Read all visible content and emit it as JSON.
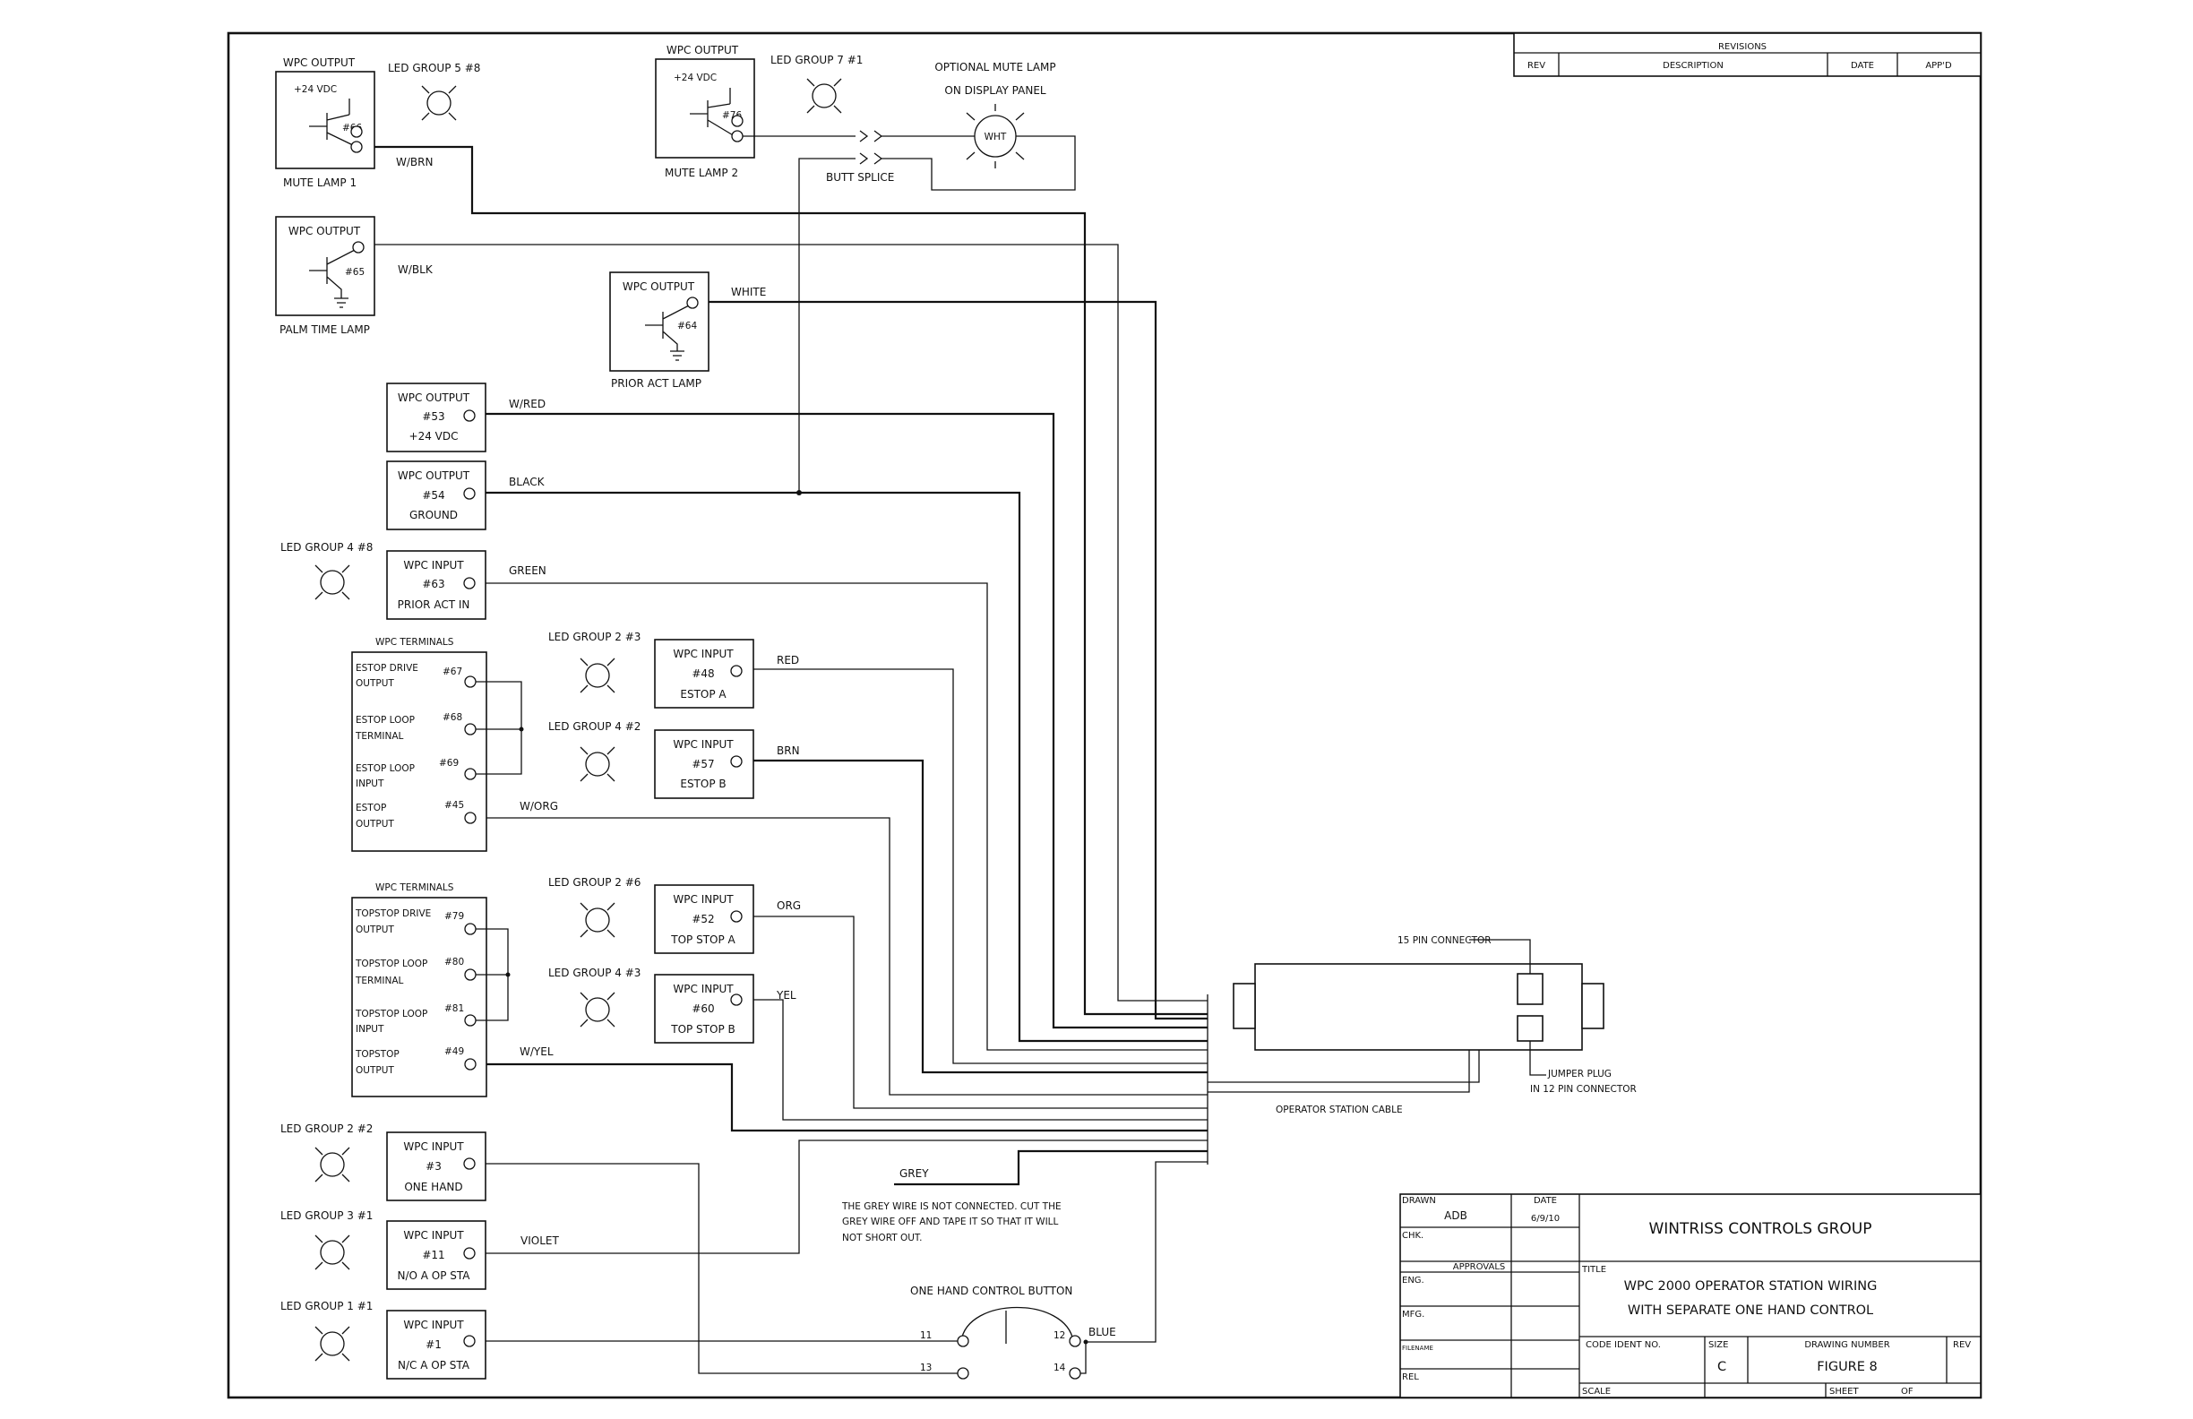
{
  "revisions": {
    "title": "REVISIONS",
    "headers": [
      "REV",
      "DESCRIPTION",
      "DATE",
      "APP'D"
    ]
  },
  "devices": {
    "mute_lamp_1": {
      "header": "WPC OUTPUT",
      "voltage": "+24 VDC",
      "number": "#66",
      "caption": "MUTE LAMP 1",
      "wire": "W/BRN"
    },
    "led_group_5": "LED GROUP 5 #8",
    "palm_time_lamp": {
      "header": "WPC OUTPUT",
      "number": "#65",
      "caption": "PALM TIME LAMP",
      "wire": "W/BLK"
    },
    "mute_lamp_2": {
      "header": "WPC OUTPUT",
      "voltage": "+24 VDC",
      "number": "#76",
      "caption": "MUTE LAMP 2"
    },
    "led_group_7": "LED GROUP 7 #1",
    "optional_mute_lamp": {
      "line1": "OPTIONAL MUTE LAMP",
      "line2": "ON DISPLAY PANEL",
      "lamp": "WHT"
    },
    "butt_splice": "BUTT SPLICE",
    "prior_act_lamp": {
      "header": "WPC OUTPUT",
      "number": "#64",
      "caption": "PRIOR ACT LAMP",
      "wire": "WHITE"
    },
    "out_53": {
      "header": "WPC OUTPUT",
      "number": "#53",
      "caption": "+24 VDC",
      "wire": "W/RED"
    },
    "out_54": {
      "header": "WPC OUTPUT",
      "number": "#54",
      "caption": "GROUND",
      "wire": "BLACK"
    },
    "in_63": {
      "header": "WPC INPUT",
      "number": "#63",
      "caption": "PRIOR ACT IN",
      "wire": "GREEN",
      "led": "LED GROUP 4 #8"
    },
    "estop_terminals": {
      "title": "WPC TERMINALS",
      "rows": [
        {
          "line1": "ESTOP DRIVE",
          "line2": "OUTPUT",
          "number": "#67"
        },
        {
          "line1": "ESTOP LOOP",
          "line2": "TERMINAL",
          "number": "#68"
        },
        {
          "line1": "ESTOP LOOP",
          "line2": "INPUT",
          "number": "#69"
        },
        {
          "line1": "ESTOP",
          "line2": "OUTPUT",
          "number": "#45"
        }
      ],
      "wire": "W/ORG"
    },
    "in_48": {
      "header": "WPC INPUT",
      "number": "#48",
      "caption": "ESTOP A",
      "wire": "RED",
      "led": "LED GROUP 2 #3"
    },
    "in_57": {
      "header": "WPC INPUT",
      "number": "#57",
      "caption": "ESTOP B",
      "wire": "BRN",
      "led": "LED GROUP 4 #2"
    },
    "topstop_terminals": {
      "title": "WPC TERMINALS",
      "rows": [
        {
          "line1": "TOPSTOP DRIVE",
          "line2": "OUTPUT",
          "number": "#79"
        },
        {
          "line1": "TOPSTOP LOOP",
          "line2": "TERMINAL",
          "number": "#80"
        },
        {
          "line1": "TOPSTOP LOOP",
          "line2": "INPUT",
          "number": "#81"
        },
        {
          "line1": "TOPSTOP",
          "line2": "OUTPUT",
          "number": "#49"
        }
      ],
      "wire": "W/YEL"
    },
    "in_52": {
      "header": "WPC INPUT",
      "number": "#52",
      "caption": "TOP STOP A",
      "wire": "ORG",
      "led": "LED GROUP 2 #6"
    },
    "in_60": {
      "header": "WPC INPUT",
      "number": "#60",
      "caption": "TOP STOP B",
      "wire": "YEL",
      "led": "LED GROUP 4 #3"
    },
    "in_3": {
      "header": "WPC INPUT",
      "number": "#3",
      "caption": "ONE HAND",
      "led": "LED GROUP 2 #2"
    },
    "in_11": {
      "header": "WPC INPUT",
      "number": "#11",
      "caption": "N/O A OP STA",
      "wire": "VIOLET",
      "led": "LED GROUP 3 #1"
    },
    "in_1": {
      "header": "WPC INPUT",
      "number": "#1",
      "caption": "N/C A OP STA",
      "led": "LED GROUP 1 #1"
    }
  },
  "connector": {
    "label": "15 PIN CONNECTOR",
    "jumper_line1": "JUMPER PLUG",
    "jumper_line2": "IN 12 PIN CONNECTOR",
    "cable": "OPERATOR STATION CABLE"
  },
  "grey_note": {
    "wire": "GREY",
    "lines": [
      "THE GREY WIRE IS NOT CONNECTED. CUT THE",
      "GREY WIRE OFF AND TAPE IT SO THAT IT WILL",
      "NOT SHORT OUT."
    ]
  },
  "button": {
    "title": "ONE HAND CONTROL BUTTON",
    "terminals": [
      "11",
      "12",
      "13",
      "14"
    ],
    "wire": "BLUE"
  },
  "title_block": {
    "drawn_label": "DRAWN",
    "drawn_by": "ADB",
    "date_label": "DATE",
    "date": "6/9/10",
    "chk": "CHK.",
    "approvals": "APPROVALS",
    "eng": "ENG.",
    "mfg": "MFG.",
    "filename": "FILENAME",
    "rel": "REL",
    "company": "WINTRISS CONTROLS GROUP",
    "title_label": "TITLE",
    "title_line1": "WPC 2000 OPERATOR STATION WIRING",
    "title_line2": "WITH SEPARATE ONE HAND CONTROL",
    "code_ident": "CODE IDENT NO.",
    "size_label": "SIZE",
    "size": "C",
    "drawing_number_label": "DRAWING NUMBER",
    "drawing_number": "FIGURE 8",
    "rev_label": "REV",
    "scale": "SCALE",
    "sheet": "SHEET",
    "of": "OF"
  }
}
